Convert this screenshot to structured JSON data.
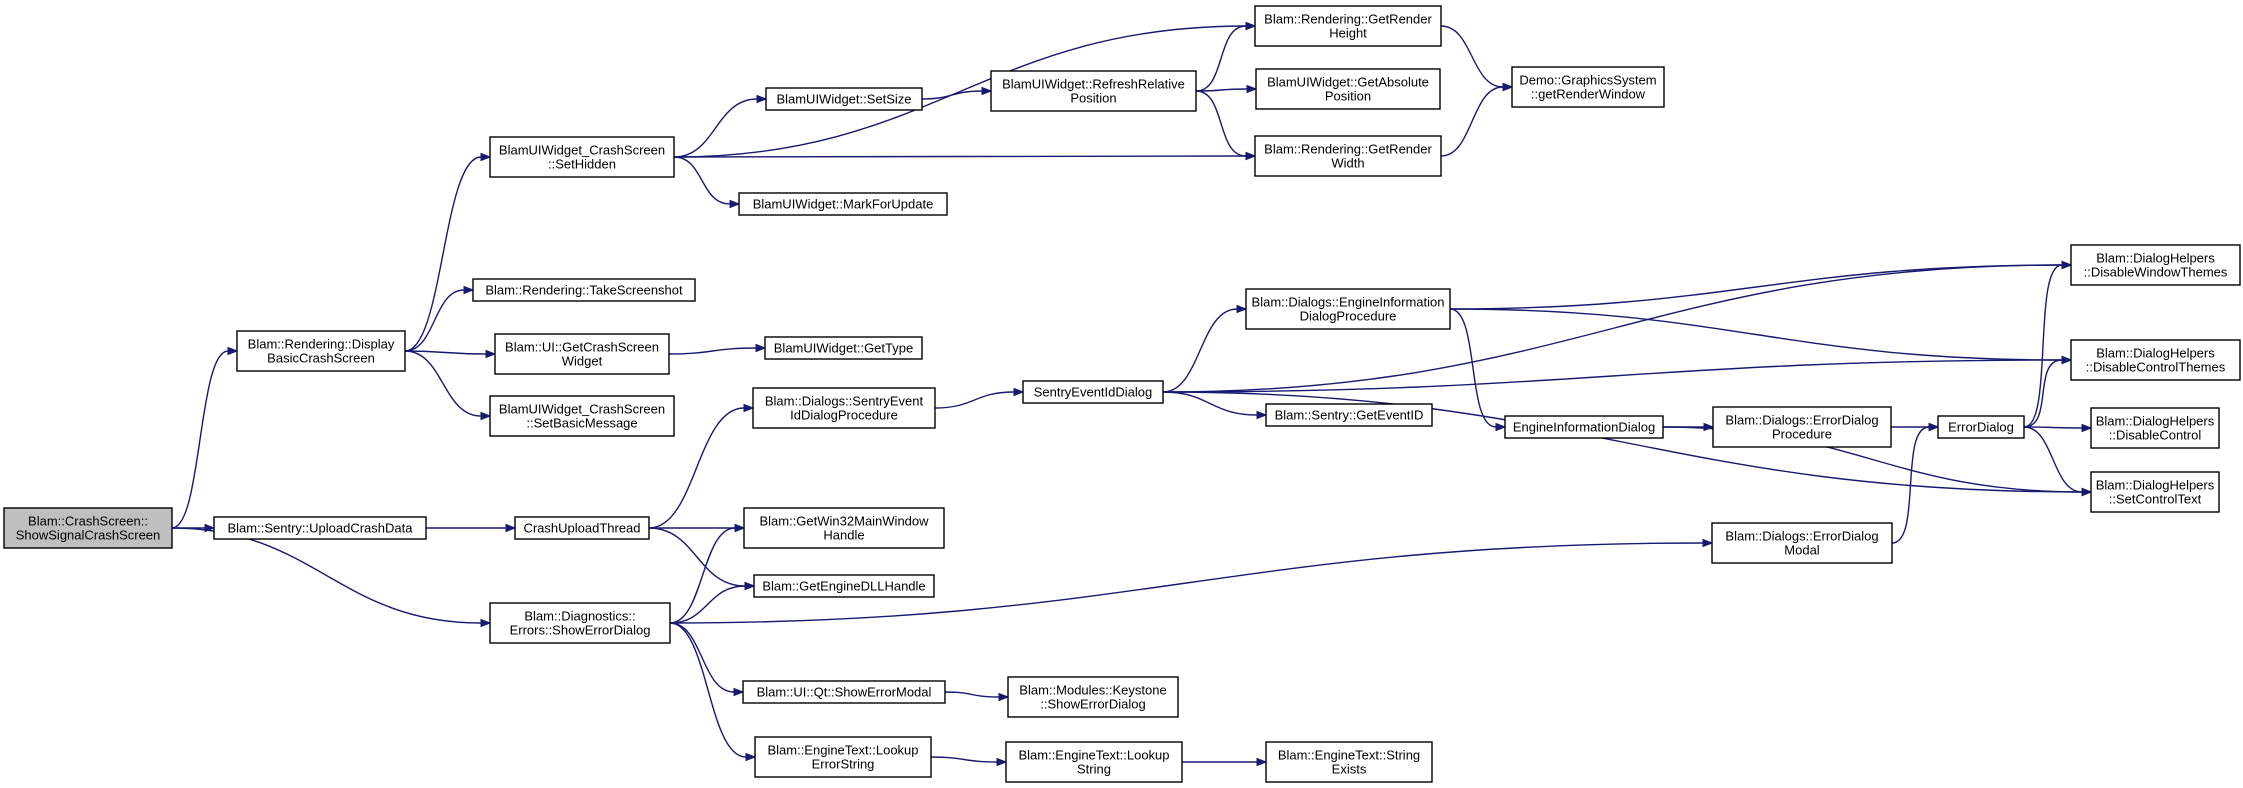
{
  "graph": {
    "nodes": [
      {
        "id": "n0",
        "name": "node-crash-screen-show-signal",
        "lines": [
          "Blam::CrashScreen::",
          "ShowSignalCrashScreen"
        ],
        "root": true
      },
      {
        "id": "n1",
        "name": "node-display-basic-crash-screen",
        "lines": [
          "Blam::Rendering::Display",
          "BasicCrashScreen"
        ]
      },
      {
        "id": "n2",
        "name": "node-sentry-upload-crash-data",
        "lines": [
          "Blam::Sentry::UploadCrashData"
        ]
      },
      {
        "id": "n3",
        "name": "node-show-error-dialog",
        "lines": [
          "Blam::Diagnostics::",
          "Errors::ShowErrorDialog"
        ]
      },
      {
        "id": "n4",
        "name": "node-crash-screen-set-hidden",
        "lines": [
          "BlamUIWidget_CrashScreen",
          "::SetHidden"
        ]
      },
      {
        "id": "n5",
        "name": "node-take-screenshot",
        "lines": [
          "Blam::Rendering::TakeScreenshot"
        ]
      },
      {
        "id": "n6",
        "name": "node-get-crash-screen-widget",
        "lines": [
          "Blam::UI::GetCrashScreen",
          "Widget"
        ]
      },
      {
        "id": "n7",
        "name": "node-crash-screen-set-basic-message",
        "lines": [
          "BlamUIWidget_CrashScreen",
          "::SetBasicMessage"
        ]
      },
      {
        "id": "n8",
        "name": "node-crash-upload-thread",
        "lines": [
          "CrashUploadThread"
        ]
      },
      {
        "id": "n9",
        "name": "node-widget-set-size",
        "lines": [
          "BlamUIWidget::SetSize"
        ]
      },
      {
        "id": "n10",
        "name": "node-widget-mark-for-update",
        "lines": [
          "BlamUIWidget::MarkForUpdate"
        ]
      },
      {
        "id": "n11",
        "name": "node-widget-get-type",
        "lines": [
          "BlamUIWidget::GetType"
        ]
      },
      {
        "id": "n12",
        "name": "node-sentry-event-id-dialog-procedure",
        "lines": [
          "Blam::Dialogs::SentryEvent",
          "IdDialogProcedure"
        ]
      },
      {
        "id": "n13",
        "name": "node-get-win32-main-window-handle",
        "lines": [
          "Blam::GetWin32MainWindow",
          "Handle"
        ]
      },
      {
        "id": "n14",
        "name": "node-get-engine-dll-handle",
        "lines": [
          "Blam::GetEngineDLLHandle"
        ]
      },
      {
        "id": "n15",
        "name": "node-qt-show-error-modal",
        "lines": [
          "Blam::UI::Qt::ShowErrorModal"
        ]
      },
      {
        "id": "n16",
        "name": "node-engine-text-lookup-error-string",
        "lines": [
          "Blam::EngineText::Lookup",
          "ErrorString"
        ]
      },
      {
        "id": "n17",
        "name": "node-widget-refresh-relative-position",
        "lines": [
          "BlamUIWidget::RefreshRelative",
          "Position"
        ]
      },
      {
        "id": "n18",
        "name": "node-sentry-event-id-dialog",
        "lines": [
          "SentryEventIdDialog"
        ]
      },
      {
        "id": "n19",
        "name": "node-keystone-show-error-dialog",
        "lines": [
          "Blam::Modules::Keystone",
          "::ShowErrorDialog"
        ]
      },
      {
        "id": "n20",
        "name": "node-engine-text-lookup-string",
        "lines": [
          "Blam::EngineText::Lookup",
          "String"
        ]
      },
      {
        "id": "n21",
        "name": "node-rendering-get-render-height",
        "lines": [
          "Blam::Rendering::GetRender",
          "Height"
        ]
      },
      {
        "id": "n22",
        "name": "node-widget-get-absolute-position",
        "lines": [
          "BlamUIWidget::GetAbsolute",
          "Position"
        ]
      },
      {
        "id": "n23",
        "name": "node-rendering-get-render-width",
        "lines": [
          "Blam::Rendering::GetRender",
          "Width"
        ]
      },
      {
        "id": "n24",
        "name": "node-engine-information-dialog-procedure",
        "lines": [
          "Blam::Dialogs::EngineInformation",
          "DialogProcedure"
        ]
      },
      {
        "id": "n25",
        "name": "node-sentry-get-event-id",
        "lines": [
          "Blam::Sentry::GetEventID"
        ]
      },
      {
        "id": "n26",
        "name": "node-error-dialog-modal",
        "lines": [
          "Blam::Dialogs::ErrorDialog",
          "Modal"
        ]
      },
      {
        "id": "n27",
        "name": "node-engine-text-string-exists",
        "lines": [
          "Blam::EngineText::String",
          "Exists"
        ]
      },
      {
        "id": "n28",
        "name": "node-graphics-system-get-render-window",
        "lines": [
          "Demo::GraphicsSystem",
          "::getRenderWindow"
        ]
      },
      {
        "id": "n29",
        "name": "node-engine-information-dialog",
        "lines": [
          "EngineInformationDialog"
        ]
      },
      {
        "id": "n30",
        "name": "node-error-dialog-procedure",
        "lines": [
          "Blam::Dialogs::ErrorDialog",
          "Procedure"
        ]
      },
      {
        "id": "n31",
        "name": "node-error-dialog",
        "lines": [
          "ErrorDialog"
        ]
      },
      {
        "id": "n32",
        "name": "node-disable-window-themes",
        "lines": [
          "Blam::DialogHelpers",
          "::DisableWindowThemes"
        ]
      },
      {
        "id": "n33",
        "name": "node-disable-control-themes",
        "lines": [
          "Blam::DialogHelpers",
          "::DisableControlThemes"
        ]
      },
      {
        "id": "n34",
        "name": "node-disable-control",
        "lines": [
          "Blam::DialogHelpers",
          "::DisableControl"
        ]
      },
      {
        "id": "n35",
        "name": "node-set-control-text",
        "lines": [
          "Blam::DialogHelpers",
          "::SetControlText"
        ]
      }
    ],
    "edges": [
      [
        "n0",
        "n1"
      ],
      [
        "n0",
        "n2"
      ],
      [
        "n0",
        "n3"
      ],
      [
        "n1",
        "n4"
      ],
      [
        "n1",
        "n5"
      ],
      [
        "n1",
        "n6"
      ],
      [
        "n1",
        "n7"
      ],
      [
        "n2",
        "n8"
      ],
      [
        "n3",
        "n13"
      ],
      [
        "n3",
        "n14"
      ],
      [
        "n3",
        "n15"
      ],
      [
        "n3",
        "n16"
      ],
      [
        "n3",
        "n26"
      ],
      [
        "n4",
        "n9"
      ],
      [
        "n4",
        "n10"
      ],
      [
        "n4",
        "n21"
      ],
      [
        "n4",
        "n23"
      ],
      [
        "n6",
        "n11"
      ],
      [
        "n8",
        "n12"
      ],
      [
        "n8",
        "n13"
      ],
      [
        "n8",
        "n14"
      ],
      [
        "n9",
        "n17"
      ],
      [
        "n12",
        "n18"
      ],
      [
        "n15",
        "n19"
      ],
      [
        "n16",
        "n20"
      ],
      [
        "n17",
        "n21"
      ],
      [
        "n17",
        "n22"
      ],
      [
        "n17",
        "n23"
      ],
      [
        "n18",
        "n24"
      ],
      [
        "n18",
        "n25"
      ],
      [
        "n18",
        "n32"
      ],
      [
        "n18",
        "n33"
      ],
      [
        "n18",
        "n35"
      ],
      [
        "n20",
        "n27"
      ],
      [
        "n21",
        "n28"
      ],
      [
        "n23",
        "n28"
      ],
      [
        "n24",
        "n29"
      ],
      [
        "n24",
        "n32"
      ],
      [
        "n24",
        "n33"
      ],
      [
        "n26",
        "n31"
      ],
      [
        "n29",
        "n30"
      ],
      [
        "n29",
        "n35"
      ],
      [
        "n30",
        "n31"
      ],
      [
        "n31",
        "n32"
      ],
      [
        "n31",
        "n33"
      ],
      [
        "n31",
        "n34"
      ],
      [
        "n31",
        "n35"
      ]
    ]
  },
  "colors": {
    "edge": "#191970",
    "node_fill": "#ffffff",
    "root_fill": "#bfbfbf",
    "border": "#000000"
  }
}
